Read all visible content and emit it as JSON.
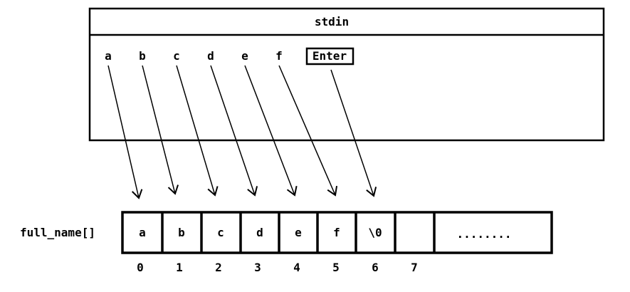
{
  "stdin": {
    "title": "stdin",
    "chars": [
      "a",
      "b",
      "c",
      "d",
      "e",
      "f"
    ],
    "enter_label": "Enter"
  },
  "array": {
    "label": "full_name[]",
    "cells": [
      "a",
      "b",
      "c",
      "d",
      "e",
      "f",
      "\\0",
      ""
    ],
    "ellipsis": "........",
    "indices": [
      "0",
      "1",
      "2",
      "3",
      "4",
      "5",
      "6",
      "7"
    ]
  },
  "colors": {
    "ink": "#000000",
    "background": "#ffffff"
  }
}
